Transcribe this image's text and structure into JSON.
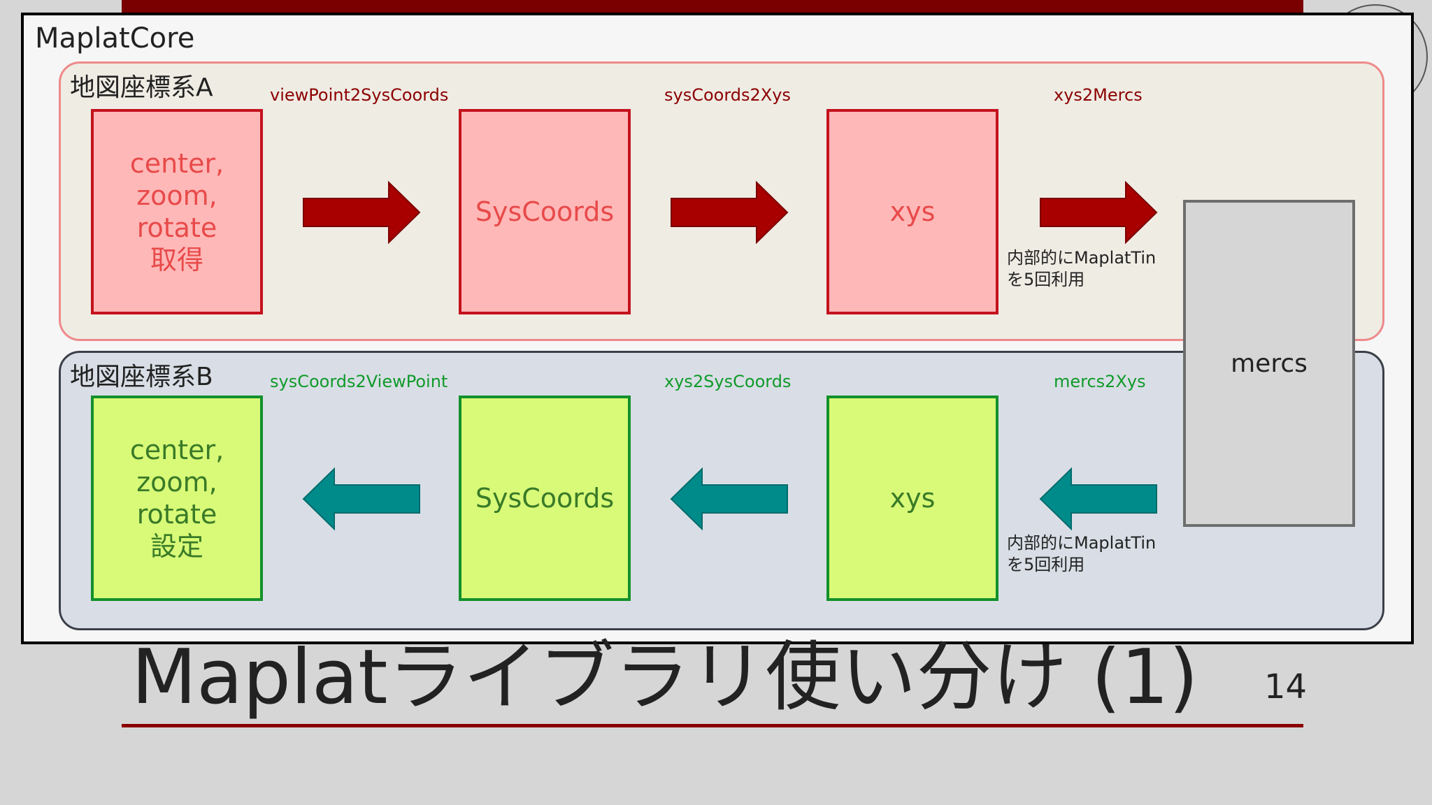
{
  "core_title": "MaplatCore",
  "slide": {
    "title": "Maplatライブラリ使い分け (1)",
    "page_number": "14"
  },
  "panel_a": {
    "title": "地図座標系A",
    "functions": [
      "viewPoint2SysCoords",
      "sysCoords2Xys",
      "xys2Mercs"
    ],
    "boxes": [
      "center,\nzoom,\nrotate\n取得",
      "SysCoords",
      "xys"
    ],
    "note": "内部的にMaplatTin\nを5回利用"
  },
  "panel_b": {
    "title": "地図座標系B",
    "functions": [
      "sysCoords2ViewPoint",
      "xys2SysCoords",
      "mercs2Xys"
    ],
    "boxes": [
      "center,\nzoom,\nrotate\n設定",
      "SysCoords",
      "xys"
    ],
    "note": "内部的にMaplatTin\nを5回利用"
  },
  "mercs_label": "mercs",
  "colors": {
    "arrow_forward": "#a80000",
    "arrow_backward": "#008b8b",
    "box_a_fill": "#ffb8b8",
    "box_b_fill": "#d8fa78"
  }
}
